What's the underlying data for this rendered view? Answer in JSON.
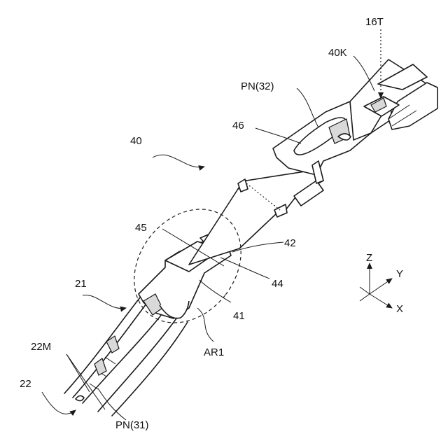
{
  "labels": {
    "l16T": "16T",
    "l40K": "40K",
    "pn32": "PN(32)",
    "l46": "46",
    "l40": "40",
    "l45": "45",
    "l42": "42",
    "l44": "44",
    "l21": "21",
    "l41": "41",
    "ar1": "AR1",
    "l22M": "22M",
    "l22": "22",
    "pn31": "PN(31)"
  },
  "axes": {
    "z": "Z",
    "y": "Y",
    "x": "X"
  }
}
